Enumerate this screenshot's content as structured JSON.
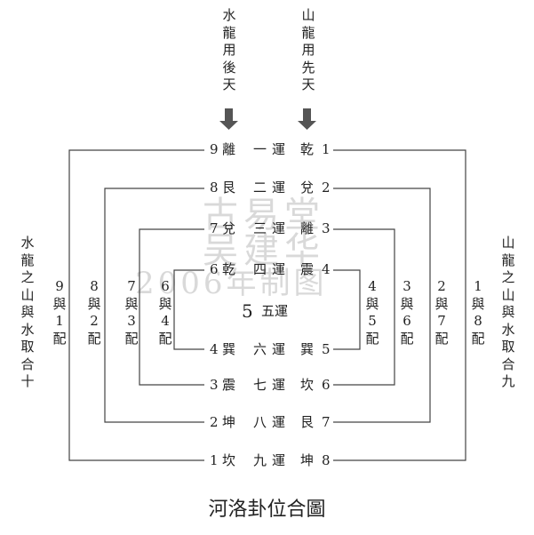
{
  "watermark": {
    "line1": "古易堂",
    "line2": "吴建华",
    "line3": "2006年制图"
  },
  "top_labels": {
    "left": "水龍用後天",
    "right": "山龍用先天"
  },
  "side_labels": {
    "left": "水龍之山與水取合十",
    "right": "山龍之山與水取合九"
  },
  "rows": [
    {
      "left_num": "9",
      "left_gua": "離",
      "yun": "一運",
      "right_gua": "乾",
      "right_num": "1"
    },
    {
      "left_num": "8",
      "left_gua": "艮",
      "yun": "二運",
      "right_gua": "兌",
      "right_num": "2"
    },
    {
      "left_num": "7",
      "left_gua": "兌",
      "yun": "三運",
      "right_gua": "離",
      "right_num": "3"
    },
    {
      "left_num": "6",
      "left_gua": "乾",
      "yun": "四運",
      "right_gua": "震",
      "right_num": "4"
    },
    {
      "left_num": "",
      "left_gua": "",
      "yun": "五運",
      "right_gua": "",
      "right_num": ""
    },
    {
      "left_num": "4",
      "left_gua": "巽",
      "yun": "六運",
      "right_gua": "巽",
      "right_num": "5"
    },
    {
      "left_num": "3",
      "left_gua": "震",
      "yun": "七運",
      "right_gua": "坎",
      "right_num": "6"
    },
    {
      "left_num": "2",
      "left_gua": "坤",
      "yun": "八運",
      "right_gua": "艮",
      "right_num": "7"
    },
    {
      "left_num": "1",
      "left_gua": "坎",
      "yun": "九運",
      "right_gua": "坤",
      "right_num": "8"
    }
  ],
  "center_number": "5",
  "left_pairs": [
    "9與1配",
    "8與2配",
    "7與3配",
    "6與4配"
  ],
  "right_pairs": [
    "4與5配",
    "3與6配",
    "2與7配",
    "1與8配"
  ],
  "caption": "河洛卦位合圖",
  "colors": {
    "line": "#444444",
    "arrow": "#555555",
    "text": "#222222",
    "watermark": "#d9d9d9"
  }
}
